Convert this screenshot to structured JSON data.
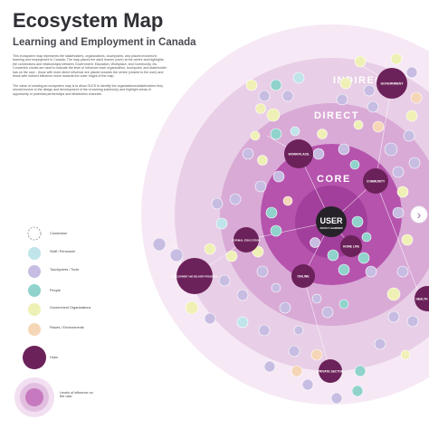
{
  "title": "Ecosystem Map",
  "subtitle": "Learning and Employment in Canada",
  "intro_p1": "This ecosystem map represents the stakeholders, organizations, touchpoints, and places involved in learning and employment in Canada. The map places the adult learner (user) at the centre and highlights the connections and relationships between Government, Education, Workplace, and Community, etc. Concentric circles are used to indicate the level of influence each organization, touchpoint, and stakeholder has on the user - those with more direct influence are placed towards the centre (closest to the user) and those with indirect influence move towards the outer edges of the map.",
  "intro_p2": "The value of creating an ecosystem map is to allow OLES to identify the organizations/stakeholders they should involve in the design and development of the eLearning solution(s) and highlight areas of opportunity or potential partnerships and distribution channels.",
  "rings": {
    "indirect": "INDIRECT",
    "direct": "DIRECT",
    "core": "CORE"
  },
  "user": {
    "line1": "USER",
    "line2": "ADULT LEARNER"
  },
  "hubs": {
    "government": "GOVERNMENT",
    "workplace": "WORKPLACE",
    "community": "COMMUNITY",
    "formal_education": "FORMAL EDUCATION",
    "home_life": "HOME LIFE",
    "online": "ONLINE",
    "development": "DEVELOPMENT AND DELIVERY PROVIDERS",
    "private_sector": "PRIVATE SECTOR",
    "health": "HEALTH"
  },
  "legend": [
    {
      "label": "Connection",
      "kind": "dashed"
    },
    {
      "label": "Staff / Personnel",
      "color": "#bfe4ea"
    },
    {
      "label": "Touchpoints / Tools",
      "color": "#c7bde2"
    },
    {
      "label": "People",
      "color": "#8fd3cc"
    },
    {
      "label": "Government Organizations",
      "color": "#eff0b5"
    },
    {
      "label": "Places / Environments",
      "color": "#f5d6b7"
    },
    {
      "label": "Hubs",
      "color": "#6b2159"
    }
  ],
  "legend_rings_label": "Levels of influence on the user",
  "colors": {
    "outer_ring": "#f6e9f5",
    "indirect_ring": "#e8cee6",
    "direct_ring": "#d9aad6",
    "core_ring": "#b553ad",
    "inner_core": "#a23e9b",
    "hub": "#6b2159",
    "user": "#262229",
    "node_teal": "#8fd3cc",
    "node_yellow": "#eff0b5",
    "node_purple": "#c7bde2",
    "node_blue": "#bfe4ea",
    "node_peach": "#f5d6b7"
  }
}
